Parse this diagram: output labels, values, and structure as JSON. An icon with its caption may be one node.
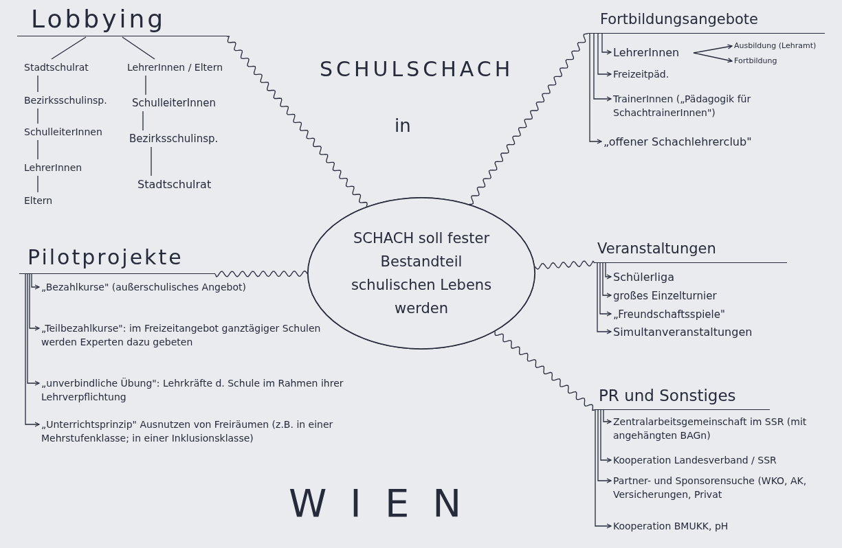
{
  "diagram": {
    "title": "SCHULSCHACH",
    "nodes": [
      {
        "text": [
          "SCHACH soll fester Bestandteil schulischen Lebens werden"
        ]
      },
      {
        "text": [
          "Lobbying"
        ]
      },
      {
        "text": [
          "Fortbildungsangebote"
        ]
      },
      {
        "text": [
          "Pilotprojekte"
        ]
      },
      {
        "text": [
          "Veranstaltungen"
        ]
      },
      {
        "text": [
          "PR und Sonstiges"
        ]
      },
      {
        "text": [
          "Stadtschulrat"
        ]
      },
      {
        "text": [
          "Bezirksschulinsp."
        ]
      },
      {
        "text": [
          "SchulleiterInnen"
        ]
      },
      {
        "text": [
          "LehrerInnen"
        ]
      },
      {
        "text": [
          "Eltern"
        ]
      },
      {
        "text": [
          "LehrerInnen / Eltern"
        ]
      },
      {
        "text": [
          "SchulleiterInnen"
        ]
      },
      {
        "text": [
          "Bezirksschulinsp."
        ]
      },
      {
        "text": [
          "Stadtschulrat"
        ]
      },
      {
        "text": [
          "LehrerInnen"
        ]
      },
      {
        "text": [
          "Ausbildung (Lehramt)"
        ]
      },
      {
        "text": [
          "Fortbildung"
        ]
      },
      {
        "text": [
          "Freizeitpäd."
        ]
      },
      {
        "text": [
          "TrainerInnen („Pädagogik für SchachtrainerInnen\")"
        ]
      },
      {
        "text": [
          "„offener Schachlehrerclub\""
        ]
      },
      {
        "text": [
          "„Bezahlkurse\" (außerschulisches Angebot)"
        ]
      },
      {
        "text": [
          "„Teilbezahlkurse\": im Freizeitangebot ganztägiger Schulen werden Experten dazu gebeten"
        ]
      },
      {
        "text": [
          "„unverbindliche Übung\": Lehrkräfte d. Schule im Rahmen ihrer Lehrverpflichtung"
        ]
      },
      {
        "text": [
          "„Unterrichtsprinzip\" Ausnutzen von Freiräumen (z.B. in einer Mehrstufenklasse; in einer Inklusionsklasse)"
        ]
      },
      {
        "text": [
          "Schülerliga"
        ]
      },
      {
        "text": [
          "großes Einzelturnier"
        ]
      },
      {
        "text": [
          "„Freundschaftsspiele\""
        ]
      },
      {
        "text": [
          "Simultanveranstaltungen"
        ]
      },
      {
        "text": [
          "Zentralarbeitsgemeinschaft im SSR (mit angehängten BAGn)"
        ]
      },
      {
        "text": [
          "Kooperation Landesverband / SSR"
        ]
      },
      {
        "text": [
          "Partner- und Sponsorensuche (WKO, AK, Versicherungen, Privat"
        ]
      },
      {
        "text": [
          "Kooperation BMUKK, pH"
        ]
      }
    ],
    "edges": [
      {
        "from": 0,
        "to": 1,
        "arrow": "none"
      },
      {
        "from": 0,
        "to": 2,
        "arrow": "none"
      },
      {
        "from": 0,
        "to": 3,
        "arrow": "none"
      },
      {
        "from": 0,
        "to": 4,
        "arrow": "none"
      },
      {
        "from": 0,
        "to": 5,
        "arrow": "none"
      },
      {
        "from": 1,
        "to": 6,
        "arrow": "none"
      },
      {
        "from": 6,
        "to": 7,
        "arrow": "none"
      },
      {
        "from": 7,
        "to": 8,
        "arrow": "none"
      },
      {
        "from": 8,
        "to": 9,
        "arrow": "none"
      },
      {
        "from": 9,
        "to": 10,
        "arrow": "none"
      },
      {
        "from": 1,
        "to": 11,
        "arrow": "none"
      },
      {
        "from": 11,
        "to": 12,
        "arrow": "none"
      },
      {
        "from": 12,
        "to": 13,
        "arrow": "none"
      },
      {
        "from": 13,
        "to": 14,
        "arrow": "none"
      },
      {
        "from": 2,
        "to": 15,
        "arrow": "to"
      },
      {
        "from": 15,
        "to": 16,
        "arrow": "to"
      },
      {
        "from": 15,
        "to": 17,
        "arrow": "to"
      },
      {
        "from": 2,
        "to": 18,
        "arrow": "to"
      },
      {
        "from": 2,
        "to": 19,
        "arrow": "to"
      },
      {
        "from": 2,
        "to": 20,
        "arrow": "to"
      },
      {
        "from": 3,
        "to": 21,
        "arrow": "to"
      },
      {
        "from": 3,
        "to": 22,
        "arrow": "to"
      },
      {
        "from": 3,
        "to": 23,
        "arrow": "to"
      },
      {
        "from": 3,
        "to": 24,
        "arrow": "to"
      },
      {
        "from": 4,
        "to": 25,
        "arrow": "to"
      },
      {
        "from": 4,
        "to": 26,
        "arrow": "to"
      },
      {
        "from": 4,
        "to": 27,
        "arrow": "to"
      },
      {
        "from": 4,
        "to": 28,
        "arrow": "to"
      },
      {
        "from": 5,
        "to": 29,
        "arrow": "to"
      },
      {
        "from": 5,
        "to": 30,
        "arrow": "to"
      },
      {
        "from": 5,
        "to": 31,
        "arrow": "to"
      },
      {
        "from": 5,
        "to": 32,
        "arrow": "to"
      }
    ],
    "labels": [
      "in",
      "WIEN"
    ]
  }
}
